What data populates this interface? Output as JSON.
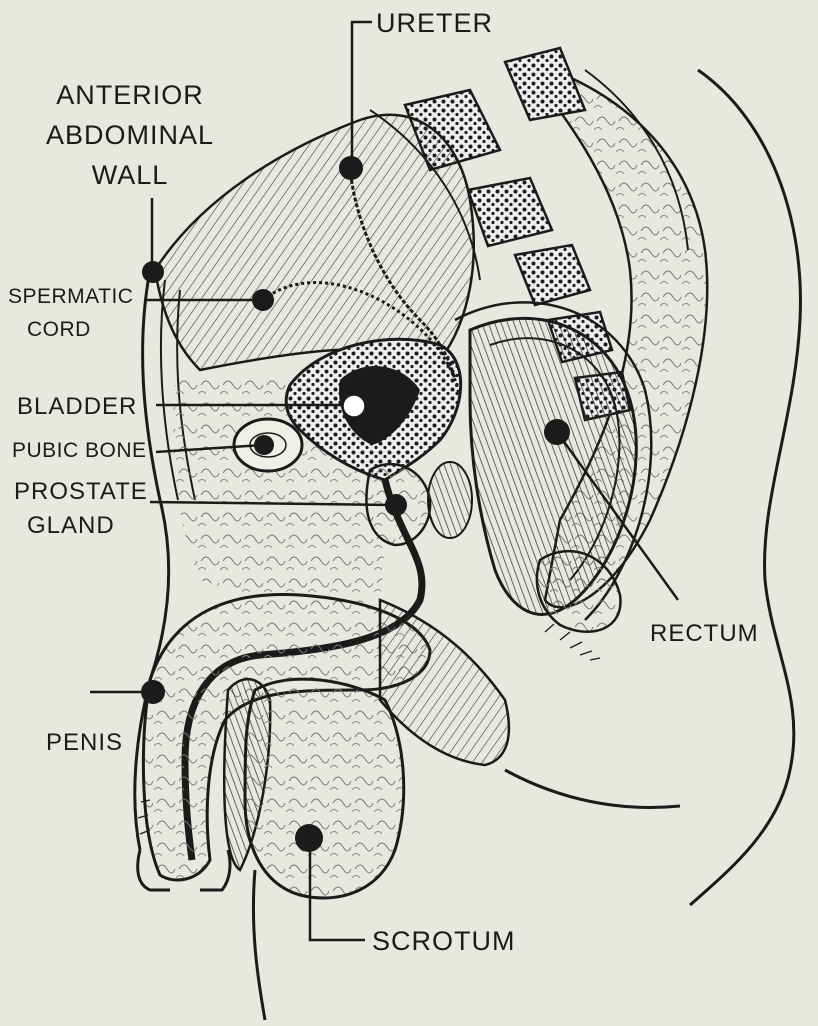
{
  "labels": {
    "ureter": "URETER",
    "abdominal_wall": [
      "ANTERIOR",
      "ABDOMINAL",
      "WALL"
    ],
    "spermatic_cord": [
      "SPERMATIC",
      "CORD"
    ],
    "bladder": "BLADDER",
    "pubic_bone": "PUBIC BONE",
    "prostate_gland": [
      "PROSTATE",
      "GLAND"
    ],
    "rectum": "RECTUM",
    "penis": "PENIS",
    "scrotum": "SCROTUM"
  },
  "colors": {
    "paper": "#e9e8e0",
    "ink": "#1b1b1b",
    "bladder_marker": "#ffffff"
  }
}
